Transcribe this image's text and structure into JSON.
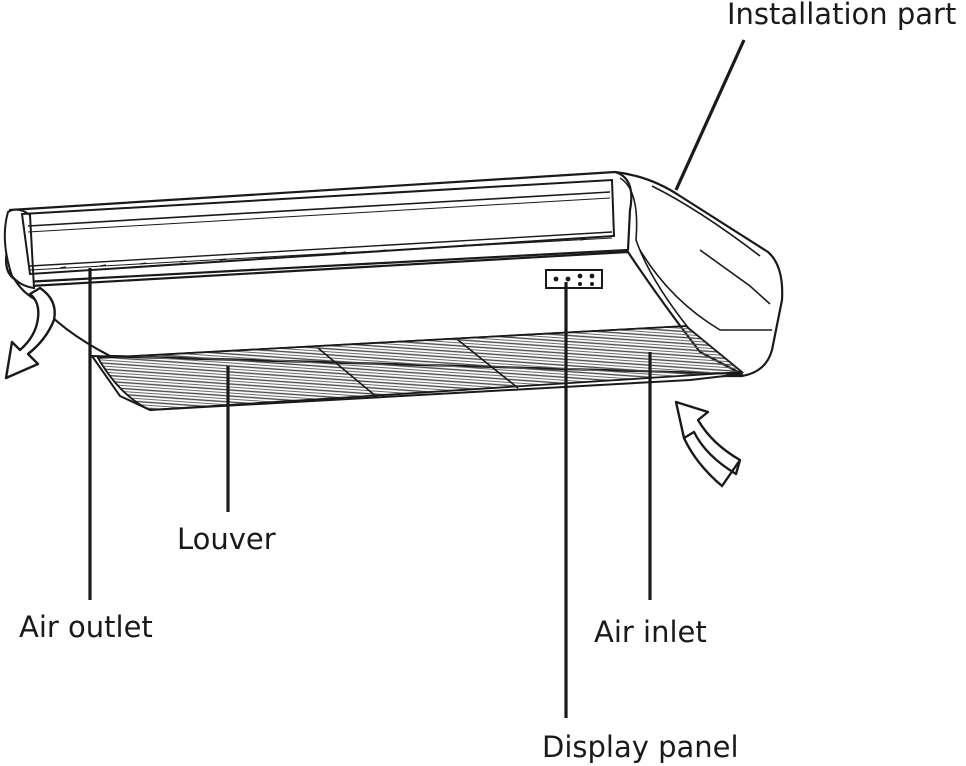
{
  "diagram": {
    "subject": "ceiling-mounted air conditioner indoor unit",
    "labels": {
      "installation_part": "Installation part",
      "louver": "Louver",
      "air_outlet": "Air outlet",
      "air_inlet": "Air inlet",
      "display_panel": "Display panel"
    },
    "colors": {
      "line": "#1a1a1a",
      "grille": "#555555",
      "background": "#ffffff"
    }
  }
}
